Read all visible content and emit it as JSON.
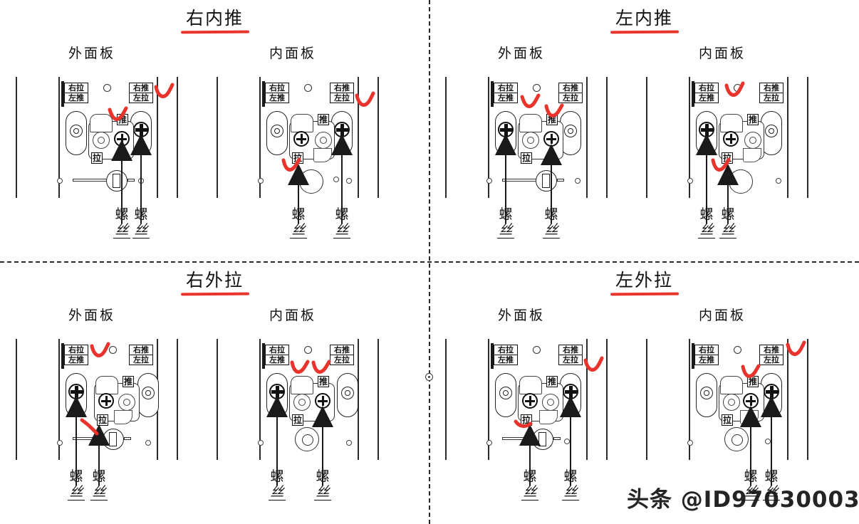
{
  "diagram": {
    "watermark": "头条 @ID97030003",
    "colors": {
      "red_mark": "#e8342c",
      "line": "#1a1a1a",
      "background": "#ffffff"
    },
    "panel_labels": {
      "outer": "外面板",
      "inner": "内面板"
    },
    "part_labels": {
      "dir_left_box": [
        "右拉",
        "左推"
      ],
      "dir_right_box": [
        "右推",
        "左拉"
      ],
      "push": "推",
      "pull": "拉",
      "screw_top": "螺",
      "screw_bottom": "丝"
    },
    "quadrants": [
      {
        "id": "right-inner-push",
        "title": "右内推",
        "position": "top-left",
        "panels": [
          {
            "kind": "outer",
            "label": "外面板",
            "cam_variant": "latch",
            "screw_positions": [
              "center-cam",
              "right-oval"
            ],
            "checks": [
              "right-label",
              "push-cam"
            ]
          },
          {
            "kind": "inner",
            "label": "内面板",
            "cam_variant": "ring",
            "screw_positions": [
              "center-lower",
              "right-oval"
            ],
            "checks": [
              "right-label",
              "pull-cam"
            ]
          }
        ]
      },
      {
        "id": "left-inner-push",
        "title": "左内推",
        "position": "top-right",
        "panels": [
          {
            "kind": "outer",
            "label": "外面板",
            "cam_variant": "latch",
            "screw_positions": [
              "left-oval",
              "center-cam"
            ],
            "checks": [
              "left-label",
              "push-cam"
            ]
          },
          {
            "kind": "inner",
            "label": "内面板",
            "cam_variant": "ring",
            "screw_positions": [
              "left-oval",
              "center-lower"
            ],
            "checks": [
              "left-label",
              "pull-cam"
            ]
          }
        ]
      },
      {
        "id": "right-outer-pull",
        "title": "右外拉",
        "position": "bottom-left",
        "panels": [
          {
            "kind": "outer",
            "label": "外面板",
            "cam_variant": "latch",
            "screw_positions": [
              "left-oval",
              "latch-lower"
            ],
            "checks": [
              "left-label",
              "latch"
            ]
          },
          {
            "kind": "inner",
            "label": "内面板",
            "cam_variant": "ring",
            "screw_positions": [
              "left-oval",
              "center-cam"
            ],
            "checks": [
              "left-label",
              "push-cam"
            ]
          }
        ]
      },
      {
        "id": "left-outer-pull",
        "title": "左外拉",
        "position": "bottom-right",
        "panels": [
          {
            "kind": "outer",
            "label": "外面板",
            "cam_variant": "latch",
            "screw_positions": [
              "latch-lower",
              "right-oval"
            ],
            "checks": [
              "right-label",
              "latch"
            ]
          },
          {
            "kind": "inner",
            "label": "内面板",
            "cam_variant": "ring",
            "screw_positions": [
              "center-cam",
              "right-oval"
            ],
            "checks": [
              "right-label",
              "push-cam"
            ]
          }
        ]
      }
    ]
  }
}
